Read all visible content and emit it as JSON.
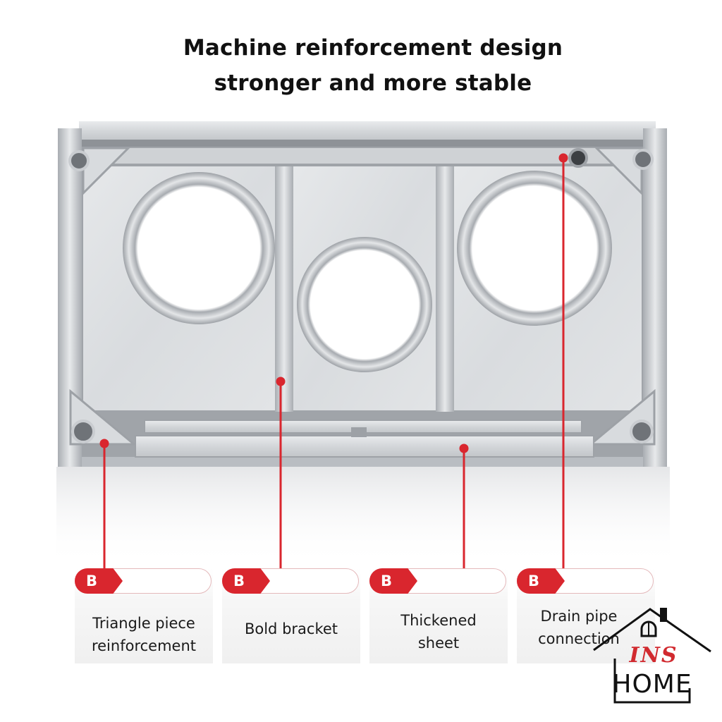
{
  "headline": {
    "line1": "Machine reinforcement design",
    "line2": "stronger and more stable"
  },
  "callouts": [
    {
      "tag": "B",
      "label_line1": "Triangle piece",
      "label_line2": "reinforcement"
    },
    {
      "tag": "B",
      "label_line1": "Bold bracket",
      "label_line2": ""
    },
    {
      "tag": "B",
      "label_line1": "Thickened",
      "label_line2": "sheet"
    },
    {
      "tag": "B",
      "label_line1": "Drain pipe",
      "label_line2": "connection"
    }
  ],
  "logo": {
    "top": "INS",
    "bottom": "HOME"
  },
  "colors": {
    "accent": "#d9262e",
    "steel": "#c9ccd0",
    "text": "#111111"
  }
}
